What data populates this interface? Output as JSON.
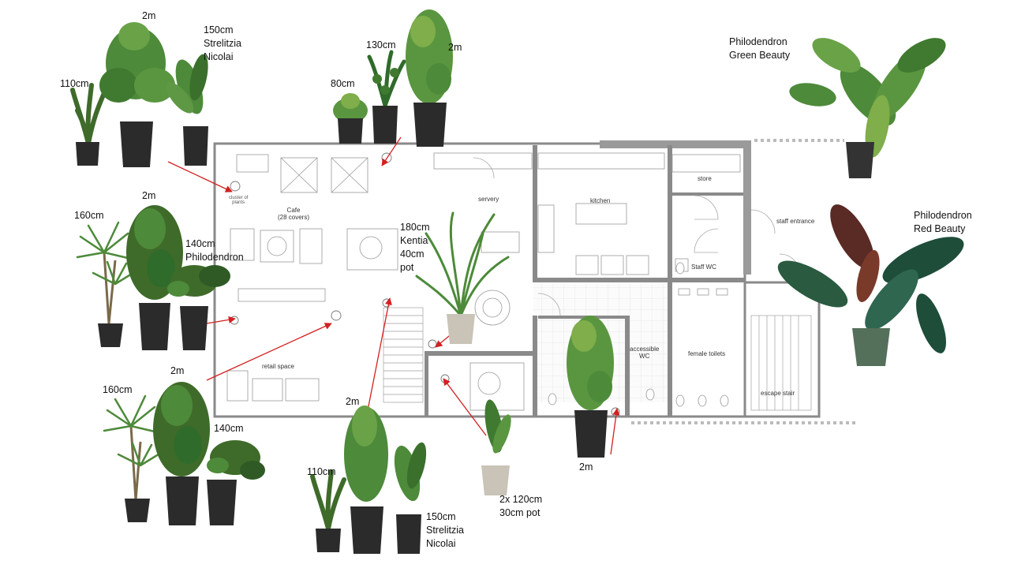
{
  "labels": {
    "tl_2m": "2m",
    "tl_strelitzia": [
      "150cm",
      "Strelitzia",
      "Nicolai"
    ],
    "tl_110": "110cm",
    "tc_130": "130cm",
    "tc_2m": "2m",
    "tc_80": "80cm",
    "tr_green": [
      "Philodendron",
      "Green Beauty"
    ],
    "ml_2m": "2m",
    "ml_160": "160cm",
    "ml_phil": [
      "140cm",
      "Philodendron"
    ],
    "kentia": [
      "180cm",
      "Kentia",
      "40cm",
      "pot"
    ],
    "mr_red": [
      "Philodendron",
      "Red Beauty"
    ],
    "bl_2m": "2m",
    "bl_160": "160cm",
    "bl_140": "140cm",
    "bc_2m": "2m",
    "bc_110": "110cm",
    "bc_strelitzia": [
      "150cm",
      "Strelitzia",
      "Nicolai"
    ],
    "pair": [
      "2x 120cm",
      "30cm pot"
    ],
    "br_2m": "2m"
  },
  "rooms": {
    "cafe": [
      "Cafe",
      "(28 covers)"
    ],
    "servery": "servery",
    "kitchen": "kitchen",
    "store": "store",
    "staff_entrance": "staff entrance",
    "staff_wc": "Staff WC",
    "accessible_wc": [
      "accessible",
      "WC"
    ],
    "female_toilets": "female toilets",
    "escape_stair": "escape stair",
    "retail_space": "retail space",
    "cluster": [
      "cluster of",
      "plants"
    ]
  },
  "colors": {
    "arrow": "#d42020",
    "wall": "#8a8a8a",
    "wall_dark": "#6a6a6a",
    "leaf_dark": "#2f6b2a",
    "leaf_mid": "#4d8a3a",
    "leaf_light": "#7fae4a",
    "pot_dark": "#2b2b2b",
    "pot_stone": "#c9c3b8",
    "pot_green": "#55705a",
    "red_leaf": "#5a2a25"
  }
}
